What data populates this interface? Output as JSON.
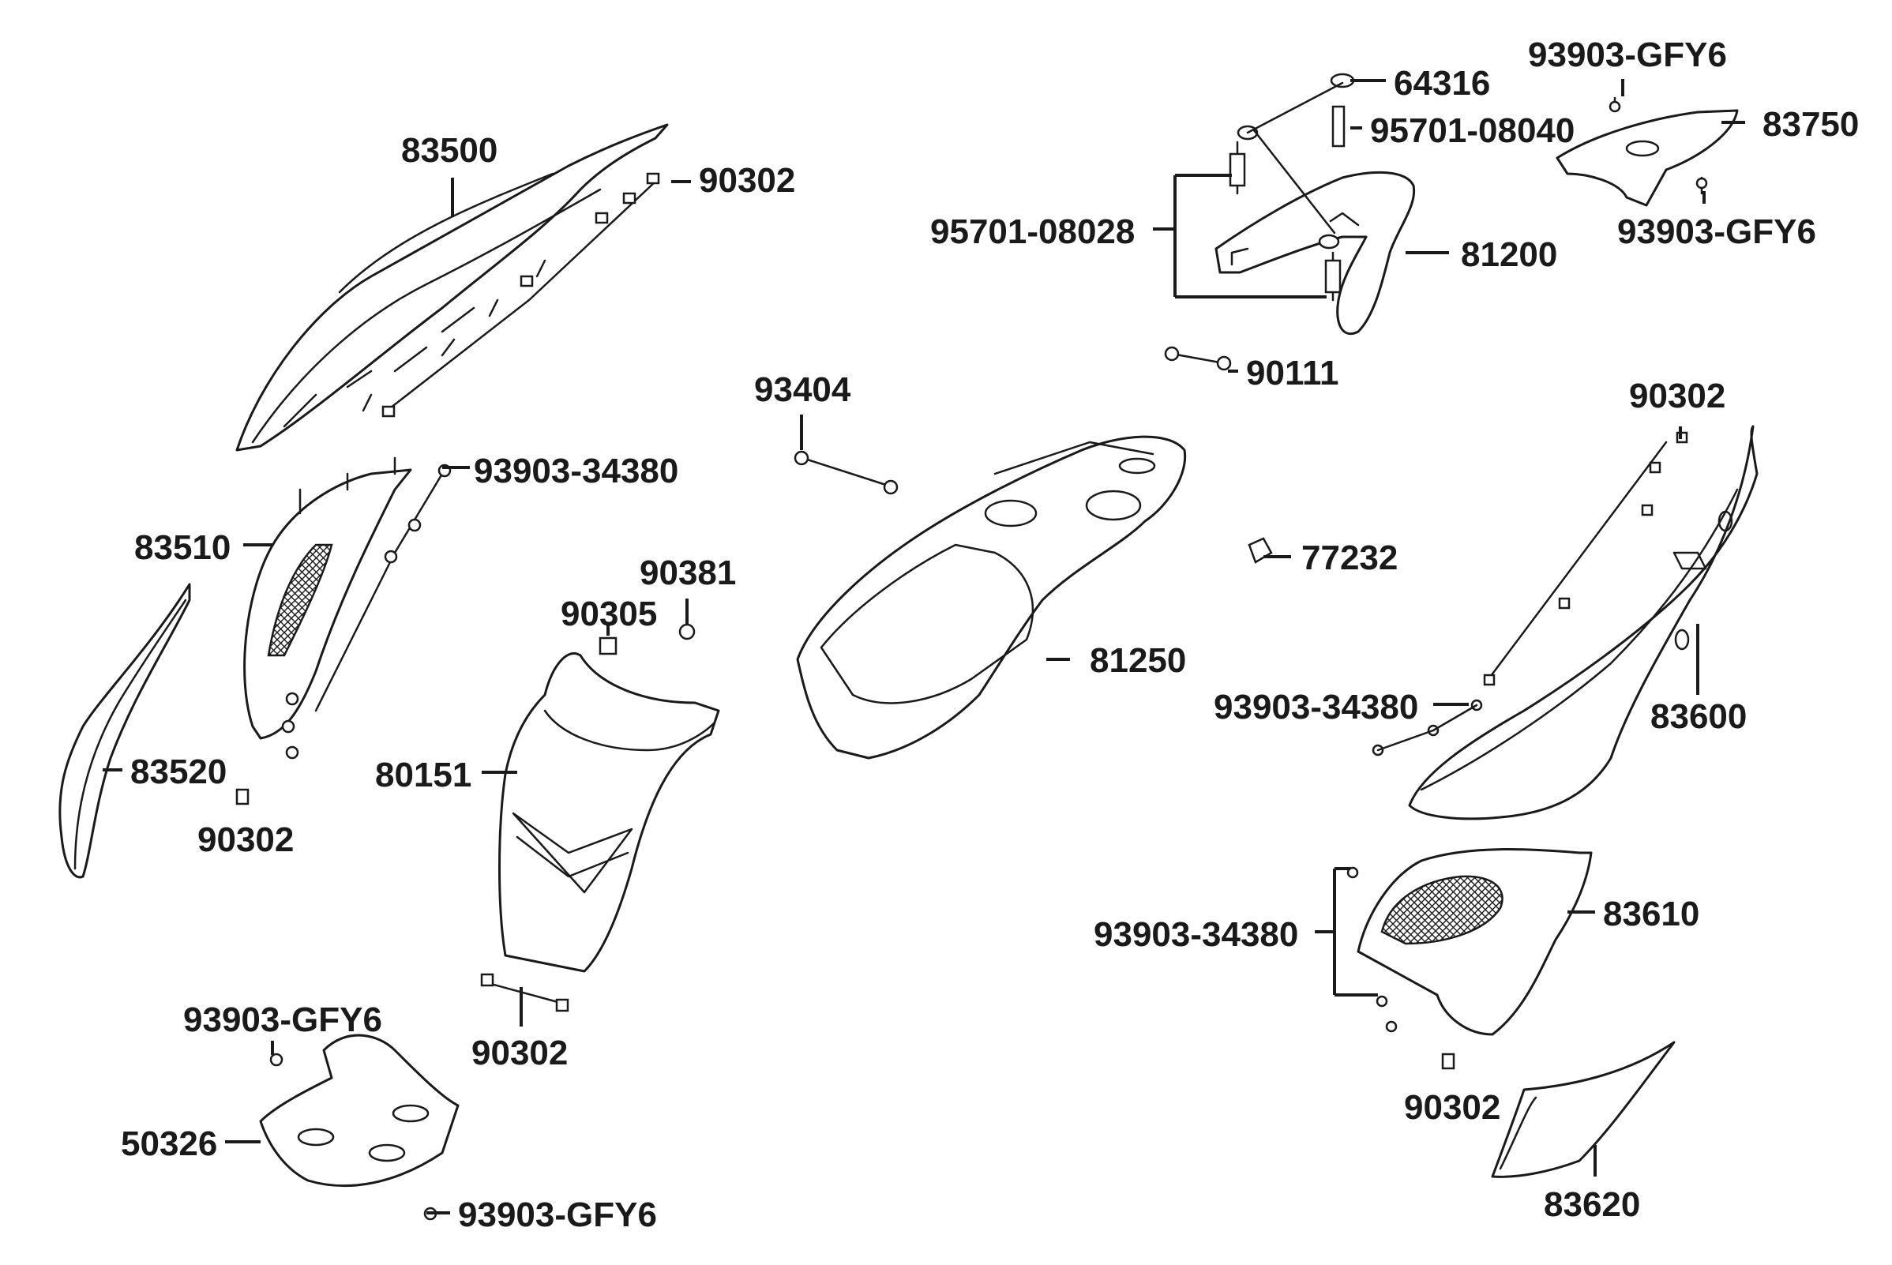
{
  "diagram": {
    "labels": {
      "p83500": "83500",
      "p90302_top": "90302",
      "p93903_34380_left": "93903-34380",
      "p83510": "83510",
      "p83520": "83520",
      "p90302_left": "90302",
      "p93404": "93404",
      "p90381": "90381",
      "p90305": "90305",
      "p80151": "80151",
      "p90302_center": "90302",
      "p93903_GFY6_lower_top": "93903-GFY6",
      "p50326": "50326",
      "p93903_GFY6_lower_bottom": "93903-GFY6",
      "p81250": "81250",
      "p64316": "64316",
      "p95701_08040": "95701-08040",
      "p95701_08028": "95701-08028",
      "p81200": "81200",
      "p90111": "90111",
      "p93903_GFY6_right_top": "93903-GFY6",
      "p83750": "83750",
      "p93903_GFY6_right_bottom": "93903-GFY6",
      "p77232": "77232",
      "p90302_right": "90302",
      "p83600": "83600",
      "p93903_34380_mid": "93903-34380",
      "p93903_34380_right": "93903-34380",
      "p83610": "83610",
      "p90302_bottom_right": "90302",
      "p83620": "83620"
    },
    "icons": {
      "body_cover_left": "body-cover-left",
      "side_cover_left": "side-cover-left",
      "side_molding_left": "side-molding-left",
      "leg_shield": "leg-shield",
      "floor_panel": "floor-panel",
      "luggage_box": "luggage-box",
      "rear_carrier": "rear-carrier",
      "tail_cover": "tail-cover",
      "body_cover_right": "body-cover-right",
      "side_cover_right": "side-cover-right",
      "side_molding_right": "side-molding-right"
    }
  }
}
